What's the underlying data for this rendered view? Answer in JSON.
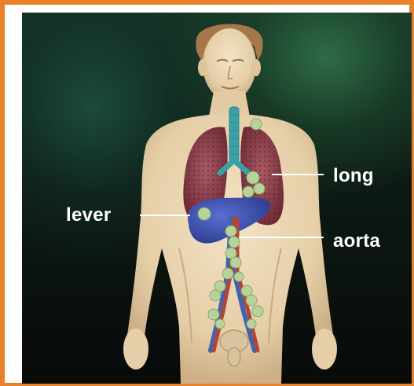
{
  "labels": {
    "long": "long",
    "lever": "lever",
    "aorta": "aorta"
  },
  "colors": {
    "border": "#e8812a",
    "label_text": "#ffffff",
    "skin": "#e9d6b4",
    "lungs": "#8e3f4a",
    "liver": "#3d4fb0",
    "trachea": "#3aa0a8",
    "lymph_nodes": "#b8d39a",
    "aorta": "#b0463a",
    "vena_cava": "#4064b0"
  },
  "icons": [
    "human-figure-illustration",
    "lymph-node-marker"
  ]
}
